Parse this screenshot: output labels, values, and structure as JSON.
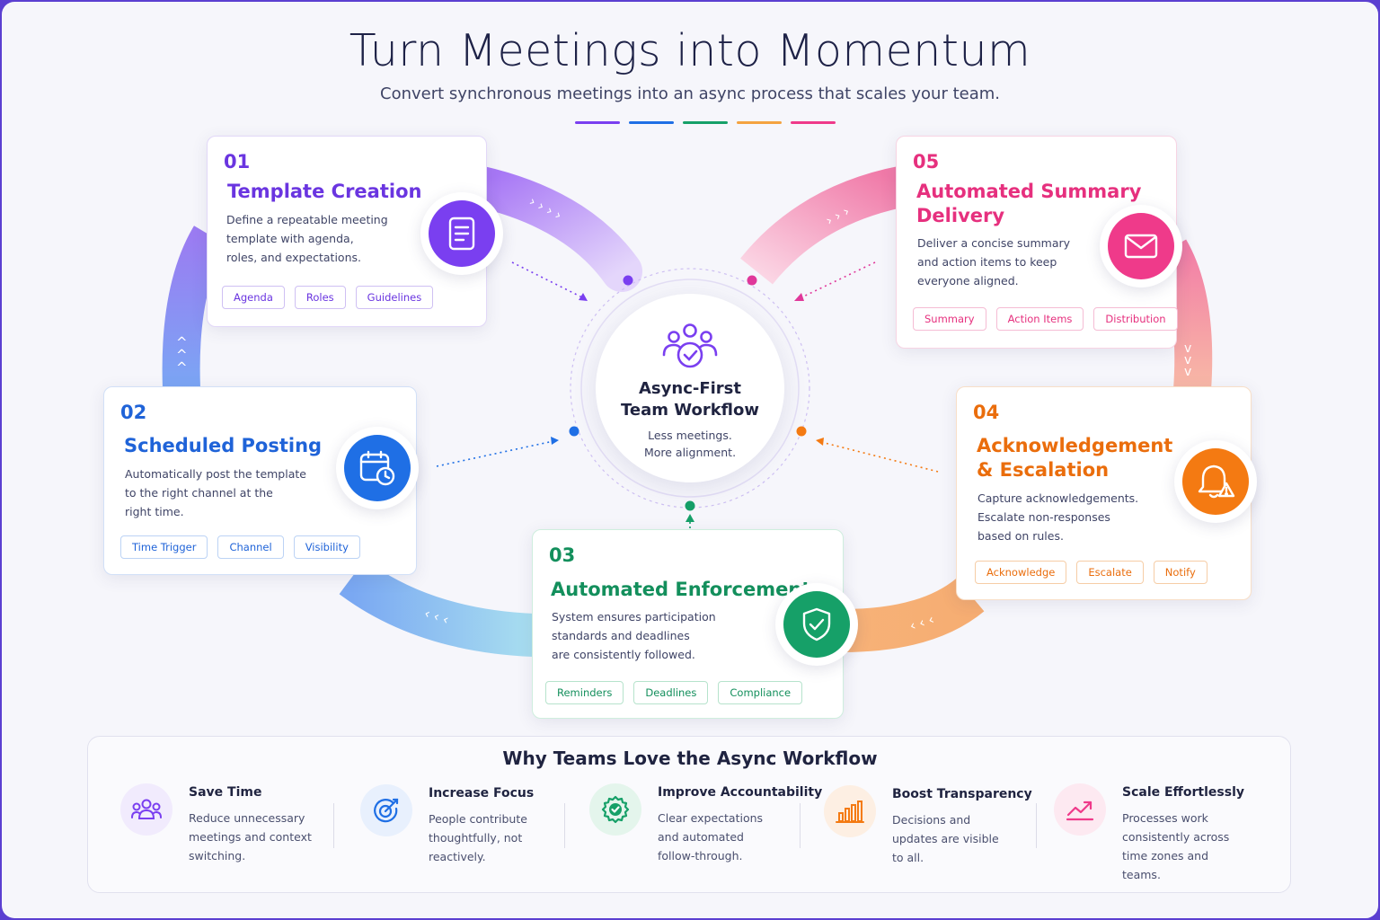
{
  "header": {
    "title": "Turn Meetings into Momentum",
    "subtitle": "Convert synchronous meetings into an async process that scales your team."
  },
  "colors": {
    "purple": "#7a3ff0",
    "blue": "#1f6fe5",
    "green": "#16a068",
    "orange": "#f47a12",
    "pink": "#ef3a8a"
  },
  "center": {
    "icon": "team-check-icon",
    "title_line1": "Async-First",
    "title_line2": "Team Workflow",
    "sub_line1": "Less meetings.",
    "sub_line2": "More alignment."
  },
  "steps": [
    {
      "number": "01",
      "title": "Template Creation",
      "icon": "document-icon",
      "desc": [
        "Define a repeatable meeting",
        "template with agenda,",
        "roles, and expectations."
      ],
      "tags": [
        "Agenda",
        "Roles",
        "Guidelines"
      ]
    },
    {
      "number": "02",
      "title": "Scheduled Posting",
      "icon": "calendar-clock-icon",
      "desc": [
        "Automatically post the template",
        "to the right channel at the",
        "right time."
      ],
      "tags": [
        "Time Trigger",
        "Channel",
        "Visibility"
      ]
    },
    {
      "number": "03",
      "title": "Automated Enforcement",
      "icon": "shield-check-icon",
      "desc": [
        "System ensures participation",
        "standards and deadlines",
        "are consistently followed."
      ],
      "tags": [
        "Reminders",
        "Deadlines",
        "Compliance"
      ]
    },
    {
      "number": "04",
      "title_line1": "Acknowledgement",
      "title_line2": "& Escalation",
      "icon": "bell-alert-icon",
      "desc": [
        "Capture acknowledgements.",
        "Escalate non-responses",
        "based on rules."
      ],
      "tags": [
        "Acknowledge",
        "Escalate",
        "Notify"
      ]
    },
    {
      "number": "05",
      "title_line1": "Automated Summary",
      "title_line2": "Delivery",
      "icon": "mail-icon",
      "desc": [
        "Deliver a concise summary",
        "and action items to keep",
        "everyone aligned."
      ],
      "tags": [
        "Summary",
        "Action Items",
        "Distribution"
      ]
    }
  ],
  "benefits": {
    "title": "Why Teams Love the Async Workflow",
    "items": [
      {
        "heading": "Save Time",
        "icon": "users-icon",
        "desc": "Reduce unnecessary meetings and context switching."
      },
      {
        "heading": "Increase Focus",
        "icon": "target-icon",
        "desc": "People contribute thoughtfully, not reactively."
      },
      {
        "heading": "Improve Accountability",
        "icon": "check-badge-icon",
        "desc": "Clear expectations and automated follow-through."
      },
      {
        "heading": "Boost Transparency",
        "icon": "bar-chart-icon",
        "desc": "Decisions and updates are visible to all."
      },
      {
        "heading": "Scale Effortlessly",
        "icon": "trend-up-icon",
        "desc": "Processes work consistently across time zones and teams."
      }
    ]
  }
}
